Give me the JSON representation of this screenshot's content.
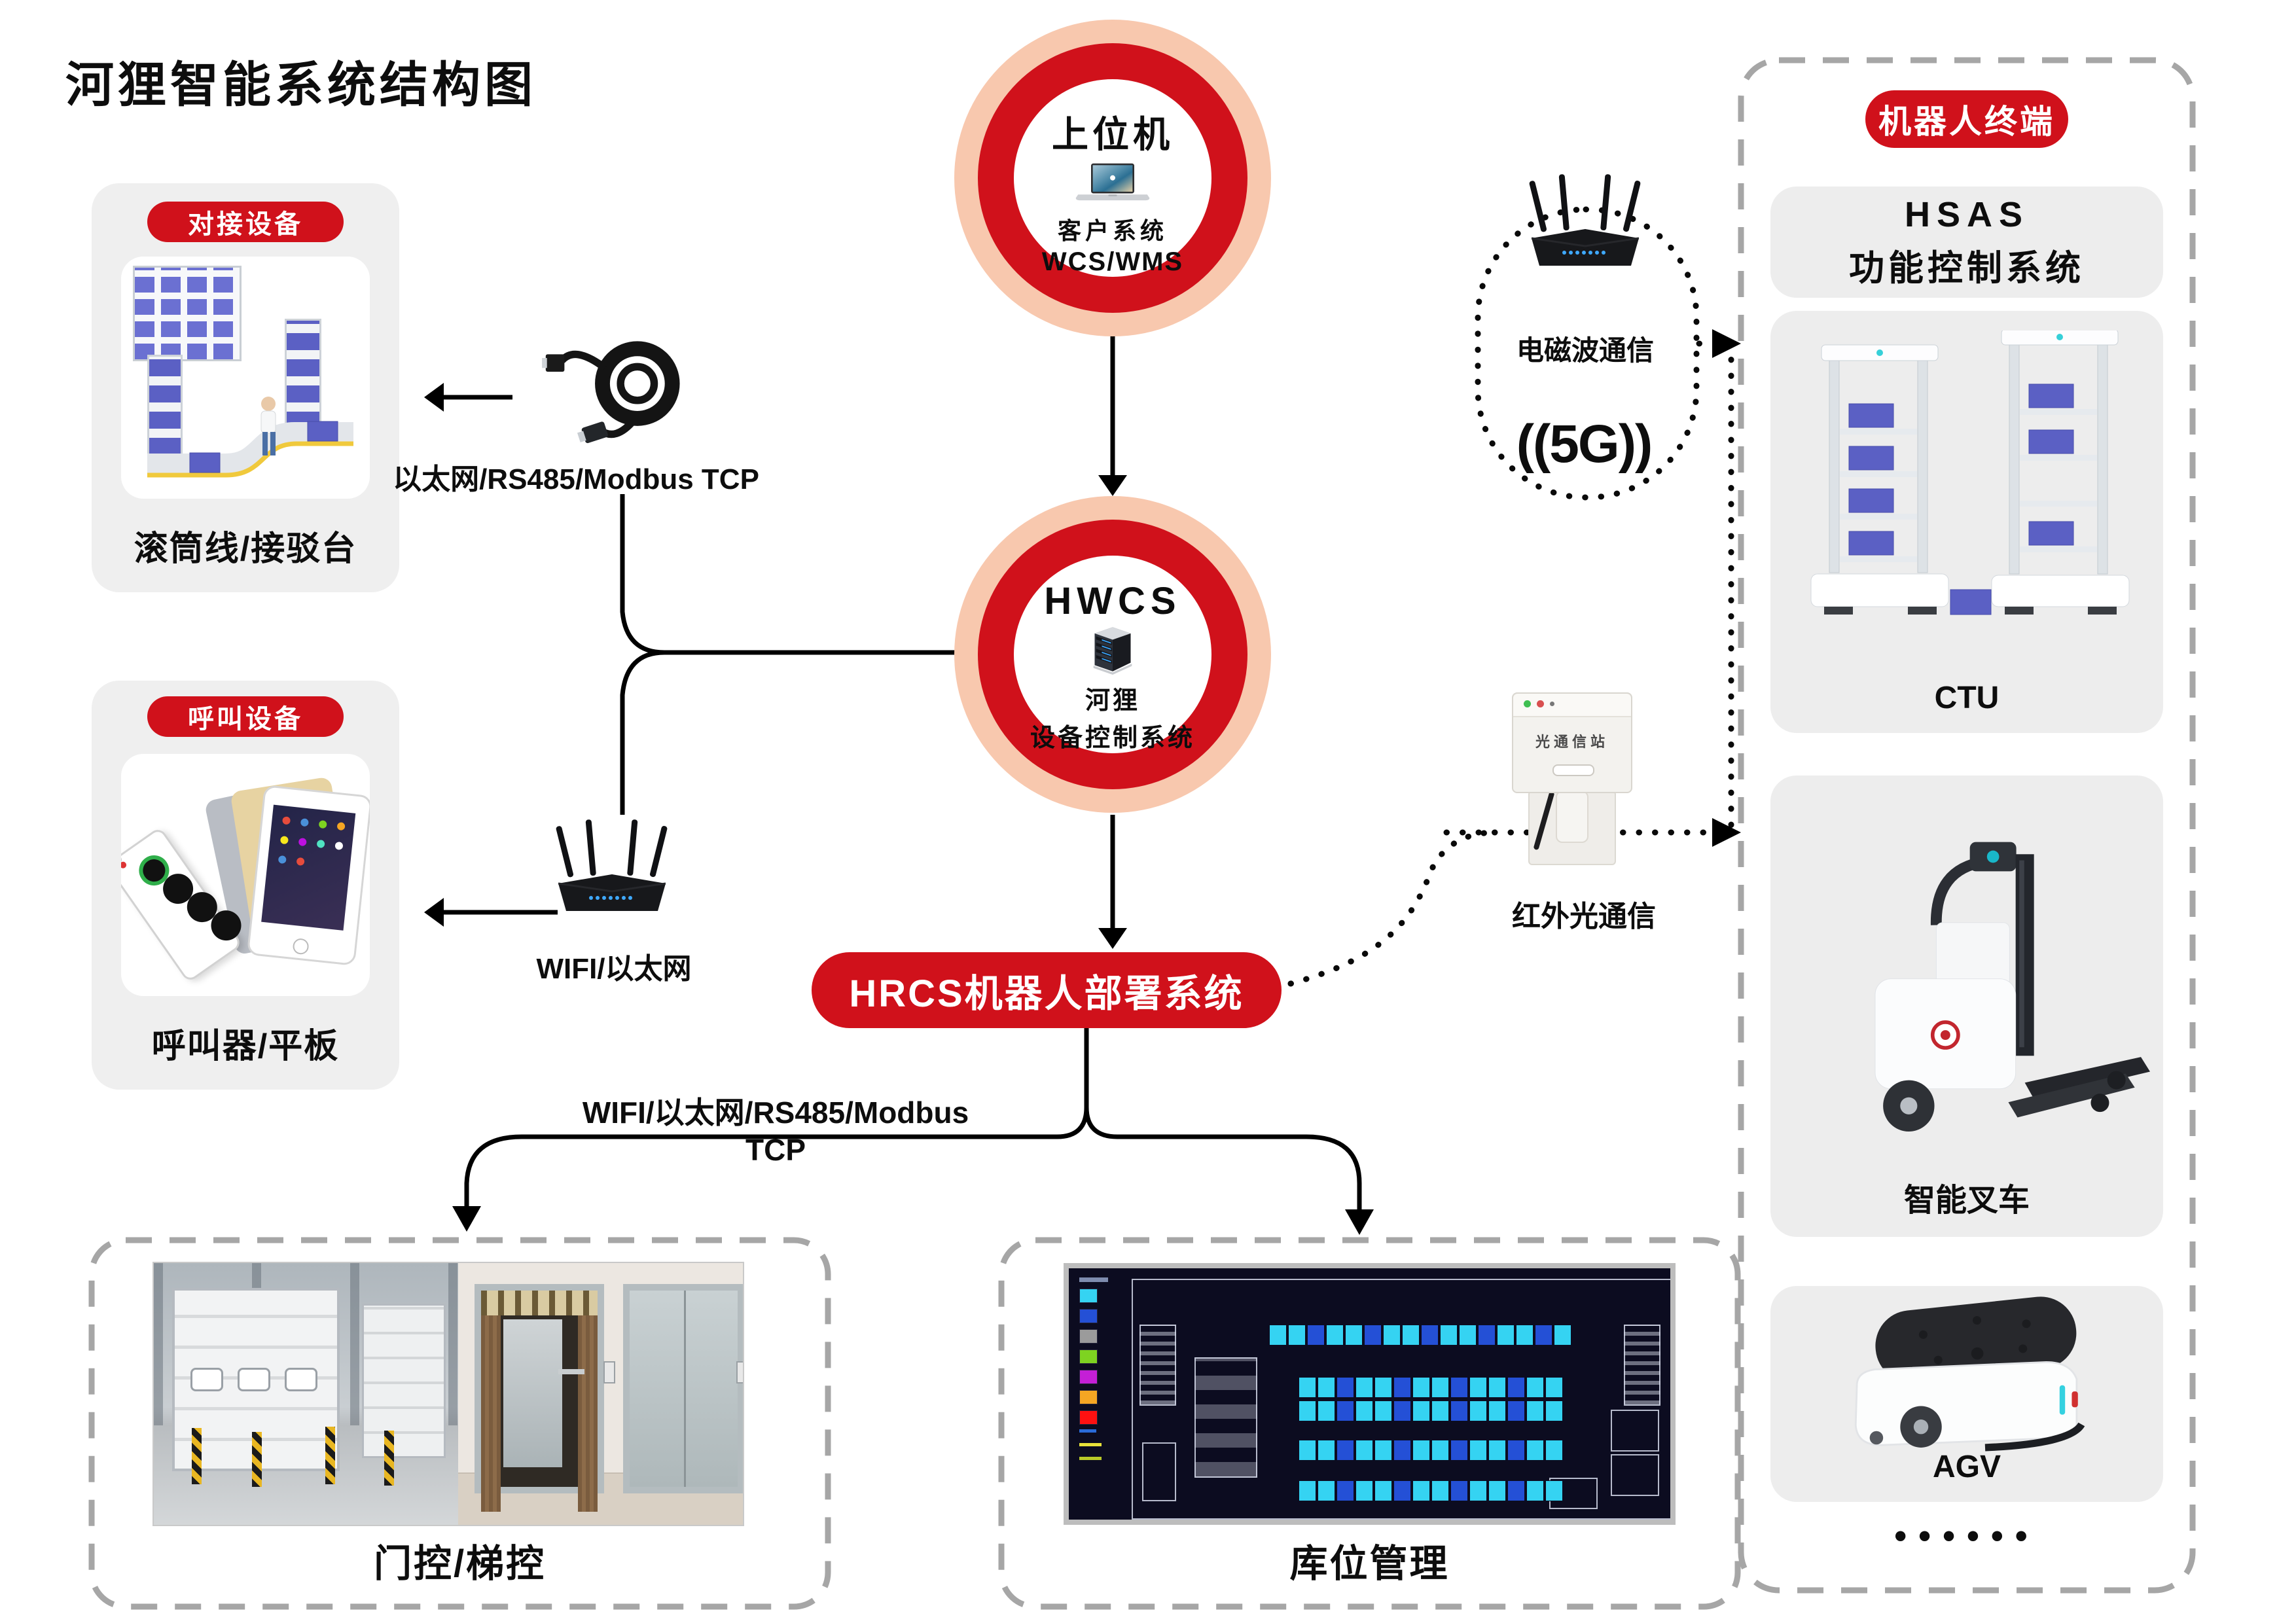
{
  "title": "河狸智能系统结构图",
  "colors": {
    "accent_red": "#d0111b",
    "ring_pink": "#f8c8ae",
    "panel_gray": "#efefef",
    "dashed_border": "#a6a6a6"
  },
  "host_circle": {
    "title": "上位机",
    "caption_line1": "客户系统",
    "caption_line2": "WCS/WMS"
  },
  "hwcs_circle": {
    "title": "HWCS",
    "caption_line1": "河狸",
    "caption_line2": "设备控制系统"
  },
  "hrcs_banner": {
    "label": "HRCS机器人部署系统"
  },
  "docking_panel": {
    "tag": "对接设备",
    "caption": "滚筒线/接驳台"
  },
  "calling_panel": {
    "tag": "呼叫设备",
    "caption": "呼叫器/平板"
  },
  "connections": {
    "ethernet_label": "以太网/RS485/Modbus TCP",
    "wifi_label": "WIFI/以太网",
    "bottom_label": "WIFI/以太网/RS485/Modbus TCP",
    "em_wave_label": "电磁波通信",
    "five_g_icon": "((5G))",
    "infrared_label": "红外光通信",
    "ir_device_label": "光通信站"
  },
  "robot_terminal": {
    "tag": "机器人终端",
    "hsas_card": {
      "title": "HSAS",
      "subtitle": "功能控制系统"
    },
    "ctu_card": {
      "caption": "CTU"
    },
    "forklift_card": {
      "caption": "智能叉车"
    },
    "agv_card": {
      "caption": "AGV"
    },
    "more_dots": "••••••"
  },
  "door_panel": {
    "caption": "门控/梯控"
  },
  "warehouse_panel": {
    "caption": "库位管理",
    "legend_colors": [
      "#35d3f2",
      "#2450d6",
      "#9b9b9b",
      "#7ed321",
      "#c41fd6",
      "#f5a623",
      "#ff1111"
    ]
  }
}
